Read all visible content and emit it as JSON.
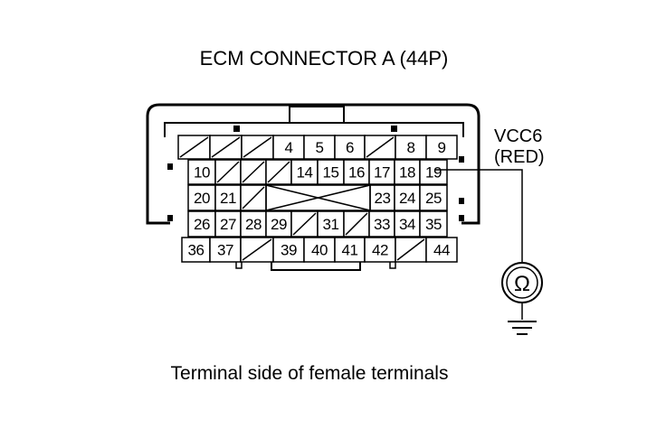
{
  "title": "ECM CONNECTOR A (44P)",
  "caption": "Terminal side of female terminals",
  "probe": {
    "wire_name": "VCC6",
    "wire_color": "(RED)",
    "meter_symbol": "Ω",
    "meter_icon": "ohmmeter-icon",
    "ground_icon": "ground-icon"
  },
  "connector": {
    "rows": [
      [
        "",
        "",
        "",
        "4",
        "5",
        "6",
        "",
        "8",
        "9"
      ],
      [
        "10",
        "",
        "",
        "",
        "14",
        "15",
        "16",
        "17",
        "18",
        "19"
      ],
      [
        "20",
        "21",
        "",
        "",
        "",
        "",
        "",
        "23",
        "24",
        "25"
      ],
      [
        "26",
        "27",
        "28",
        "29",
        "",
        "31",
        "",
        "33",
        "34",
        "35"
      ],
      [
        "36",
        "37",
        "",
        "39",
        "40",
        "41",
        "42",
        "",
        "44"
      ]
    ]
  }
}
